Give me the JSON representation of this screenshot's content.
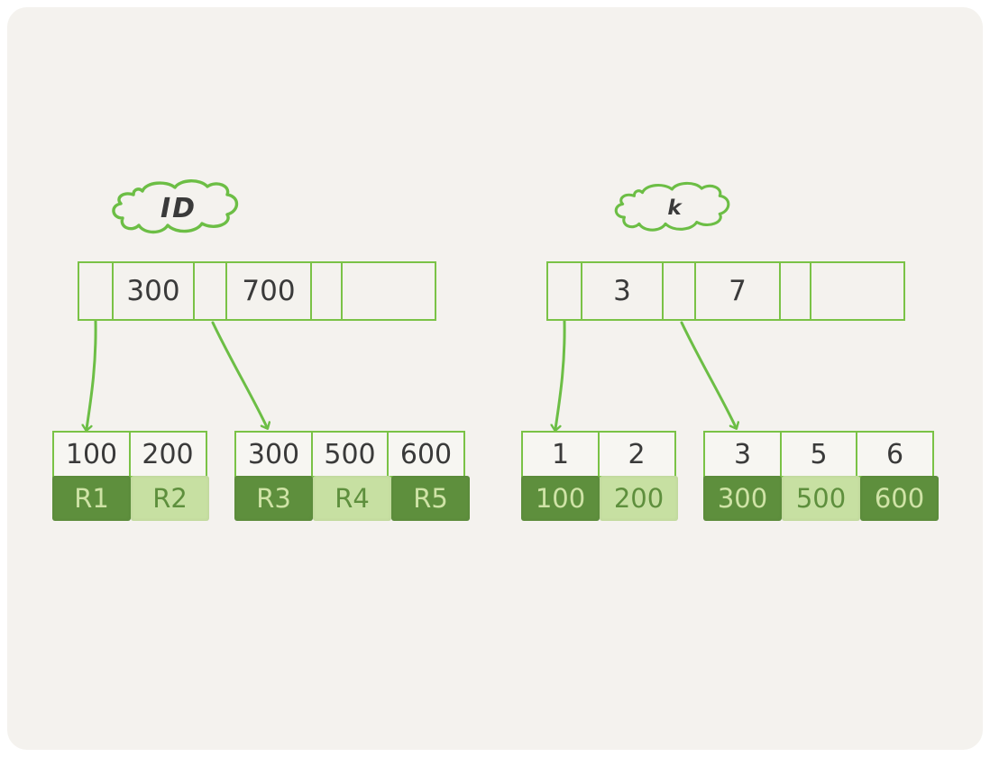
{
  "page": {
    "background": "#f4f2ee",
    "accent_green": "#7ac246",
    "dark_green": "#5e8f3d",
    "light_green": "#c7e0a2",
    "ink": "#3a3a3a"
  },
  "trees": [
    {
      "id": "id-tree",
      "label": "ID",
      "root": {
        "cells": [
          "",
          "300",
          "",
          "700",
          "",
          ""
        ]
      },
      "leaves": [
        {
          "keys": [
            "100",
            "200"
          ],
          "payloads": [
            {
              "text": "R1",
              "tone": "dark"
            },
            {
              "text": "R2",
              "tone": "light"
            }
          ]
        },
        {
          "keys": [
            "300",
            "500",
            "600"
          ],
          "payloads": [
            {
              "text": "R3",
              "tone": "dark"
            },
            {
              "text": "R4",
              "tone": "light"
            },
            {
              "text": "R5",
              "tone": "dark"
            }
          ]
        }
      ]
    },
    {
      "id": "k-tree",
      "label": "k",
      "root": {
        "cells": [
          "",
          "3",
          "",
          "7",
          "",
          ""
        ]
      },
      "leaves": [
        {
          "keys": [
            "1",
            "2"
          ],
          "payloads": [
            {
              "text": "100",
              "tone": "dark"
            },
            {
              "text": "200",
              "tone": "light"
            }
          ]
        },
        {
          "keys": [
            "3",
            "5",
            "6"
          ],
          "payloads": [
            {
              "text": "300",
              "tone": "dark"
            },
            {
              "text": "500",
              "tone": "light"
            },
            {
              "text": "600",
              "tone": "dark"
            }
          ]
        }
      ]
    }
  ]
}
